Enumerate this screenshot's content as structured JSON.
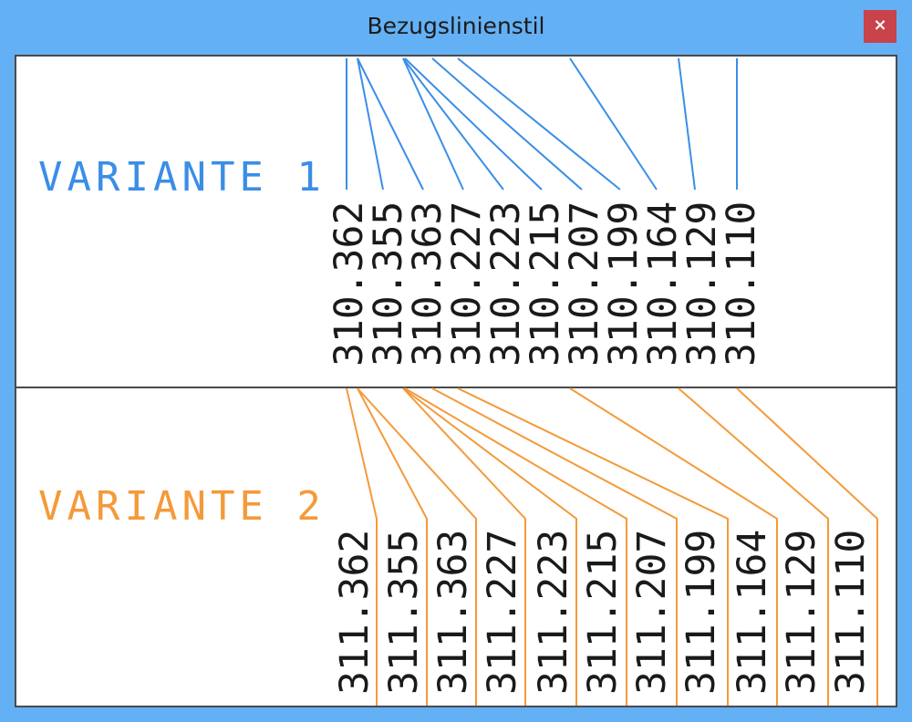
{
  "window": {
    "title": "Bezugslinienstil",
    "close_label": "×"
  },
  "colors": {
    "frame_bg": "#64b0f4",
    "variant1": "#3a8ee6",
    "variant2": "#f49a3a",
    "text": "#1a1a1a",
    "divider": "#4a4a4a",
    "close_bg": "#c8434b"
  },
  "variant1": {
    "label": "VARIANTE 1",
    "values": [
      "310.362",
      "310.355",
      "310.363",
      "310.227",
      "310.223",
      "310.215",
      "310.207",
      "310.199",
      "310.164",
      "310.129",
      "310.110"
    ]
  },
  "variant2": {
    "label": "VARIANTE 2",
    "values": [
      "311.362",
      "311.355",
      "311.363",
      "311.227",
      "311.223",
      "311.215",
      "311.207",
      "311.199",
      "311.164",
      "311.129",
      "311.110"
    ]
  }
}
